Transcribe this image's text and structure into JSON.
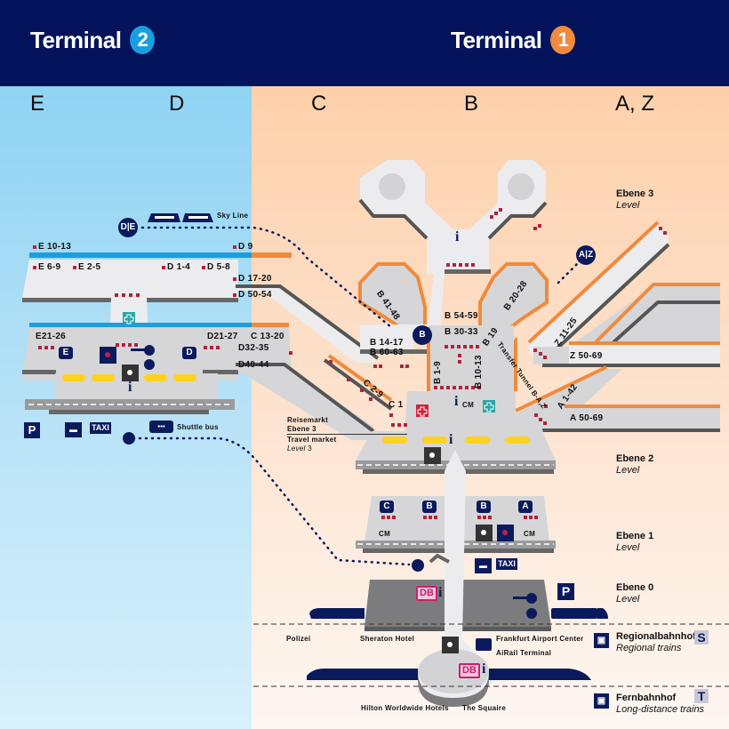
{
  "header": {
    "terminal2": {
      "label": "Terminal",
      "number": "2",
      "color": "#1a9ee0"
    },
    "terminal1": {
      "label": "Terminal",
      "number": "1",
      "color": "#f08a3c"
    }
  },
  "concourses": [
    "E",
    "D",
    "C",
    "B",
    "A, Z"
  ],
  "levels": [
    {
      "title": "Ebene 3",
      "subtitle": "Level"
    },
    {
      "title": "Ebene 2",
      "subtitle": "Level"
    },
    {
      "title": "Ebene 1",
      "subtitle": "Level"
    },
    {
      "title": "Ebene 0",
      "subtitle": "Level"
    }
  ],
  "terminal2_gates": {
    "e10_13": "E 10-13",
    "e6_9": "E 6-9",
    "e2_5": "E 2-5",
    "d1_4": "D 1-4",
    "d5_8": "D 5-8",
    "d9": "D 9",
    "d17_20": "D 17-20",
    "d50_54": "D 50-54",
    "e21_26": "E21-26",
    "d21_27": "D21-27",
    "c13_20": "C 13-20",
    "d32_35": "D32-35",
    "d40_44": "D40-44"
  },
  "terminal1_gates": {
    "b41_48": "B 41-48",
    "b54_59": "B 54-59",
    "b30_33": "B 30-33",
    "b20_28": "B 20-28",
    "b19": "B 19",
    "b14_17": "B 14-17",
    "b60_63": "B 60-63",
    "b1_9": "B 1-9",
    "b10_13": "B 10-13",
    "c2_9": "C 2-9",
    "c1": "C 1",
    "z11_25": "Z 11-25",
    "z50_69": "Z 50-69",
    "a1_42": "A 1-42",
    "a50_69": "A 50-69"
  },
  "transit": {
    "skyline_label": "Sky Line",
    "skyline_station": "D|E",
    "az_station": "A|Z",
    "b_station": "B",
    "transfer_tunnel": "Transfer Tunnel B-A,Z",
    "shuttle_bus": "Shuttle bus",
    "taxi": "TAXI",
    "parking": "P"
  },
  "travel_market": {
    "line1": "Reisemarkt",
    "line2": "Ebene 3",
    "line3": "Travel market",
    "line4_italic": "Level",
    "line4_num": "3"
  },
  "checkin_t2": [
    "E",
    "D"
  ],
  "checkin_t1": [
    "C",
    "B",
    "B",
    "A"
  ],
  "cm_label": "CM",
  "db_label": "DB",
  "info_glyph": "i",
  "places": {
    "polizei": "Polizei",
    "sheraton": "Sheraton Hotel",
    "fac": "Frankfurt Airport Center",
    "airail": "AiRail Terminal",
    "hilton": "Hilton Worldwide Hotels",
    "squaire": "The Squaire"
  },
  "stations": {
    "regional": {
      "title": "Regionalbahnhof",
      "subtitle": "Regional trains",
      "badge": "S"
    },
    "longdistance": {
      "title": "Fernbahnhof",
      "subtitle": "Long-distance trains",
      "badge": "T"
    }
  },
  "colors": {
    "navy": "#03135c",
    "t2_blue": "#1a9ee0",
    "t1_orange": "#f08a3c",
    "gate_red": "#b0243c",
    "floor_gray": "#d4d4d6",
    "yellow": "#ffd21f"
  }
}
